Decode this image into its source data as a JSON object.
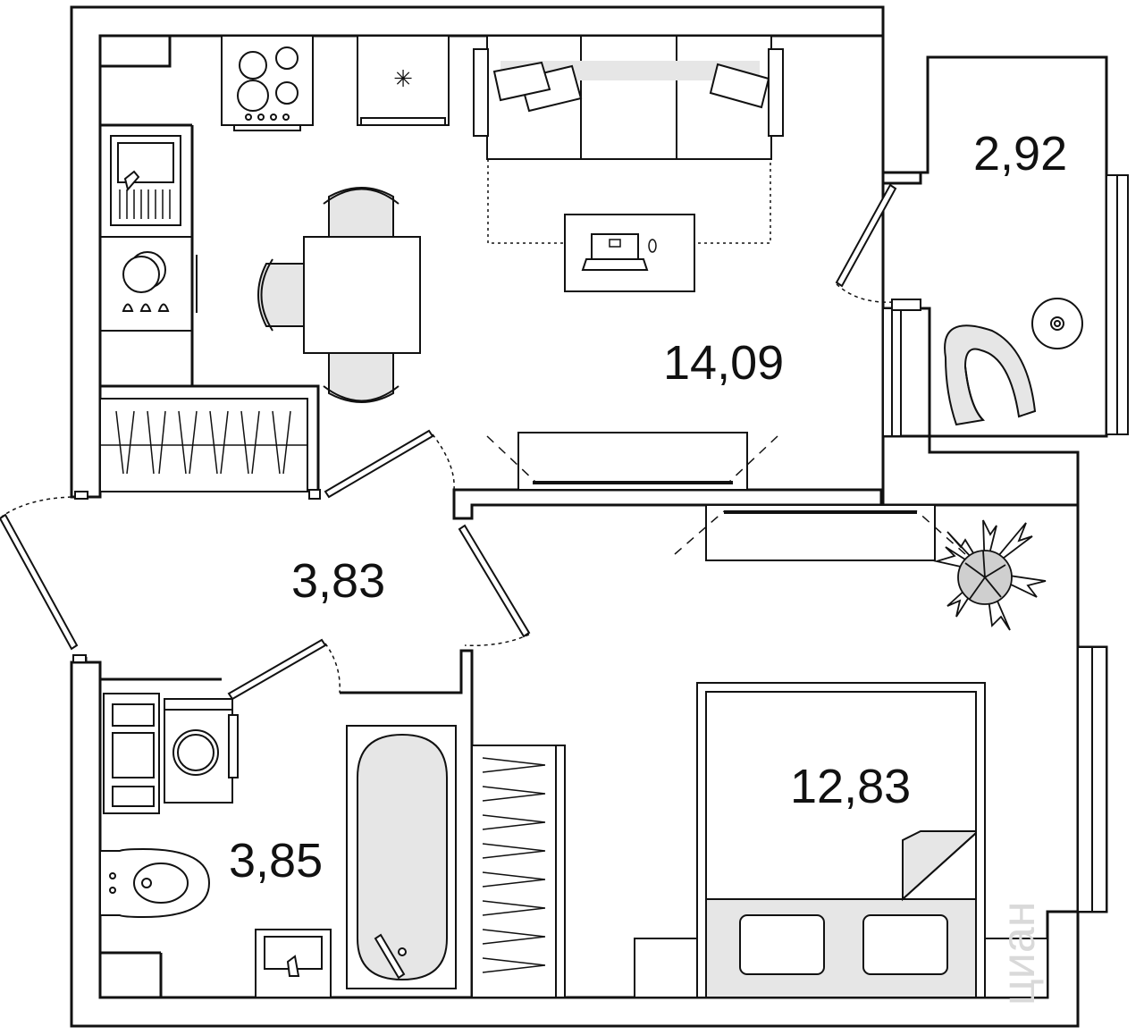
{
  "rooms": {
    "living_kitchen": "14,09",
    "balcony": "2,92",
    "hallway": "3,83",
    "bathroom": "3,85",
    "bedroom": "12,83"
  },
  "watermark": "циан",
  "colors": {
    "wall": "#111111",
    "wall_fill": "#ffffff",
    "furniture_fill": "#e6e6e6",
    "line": "#111111"
  }
}
